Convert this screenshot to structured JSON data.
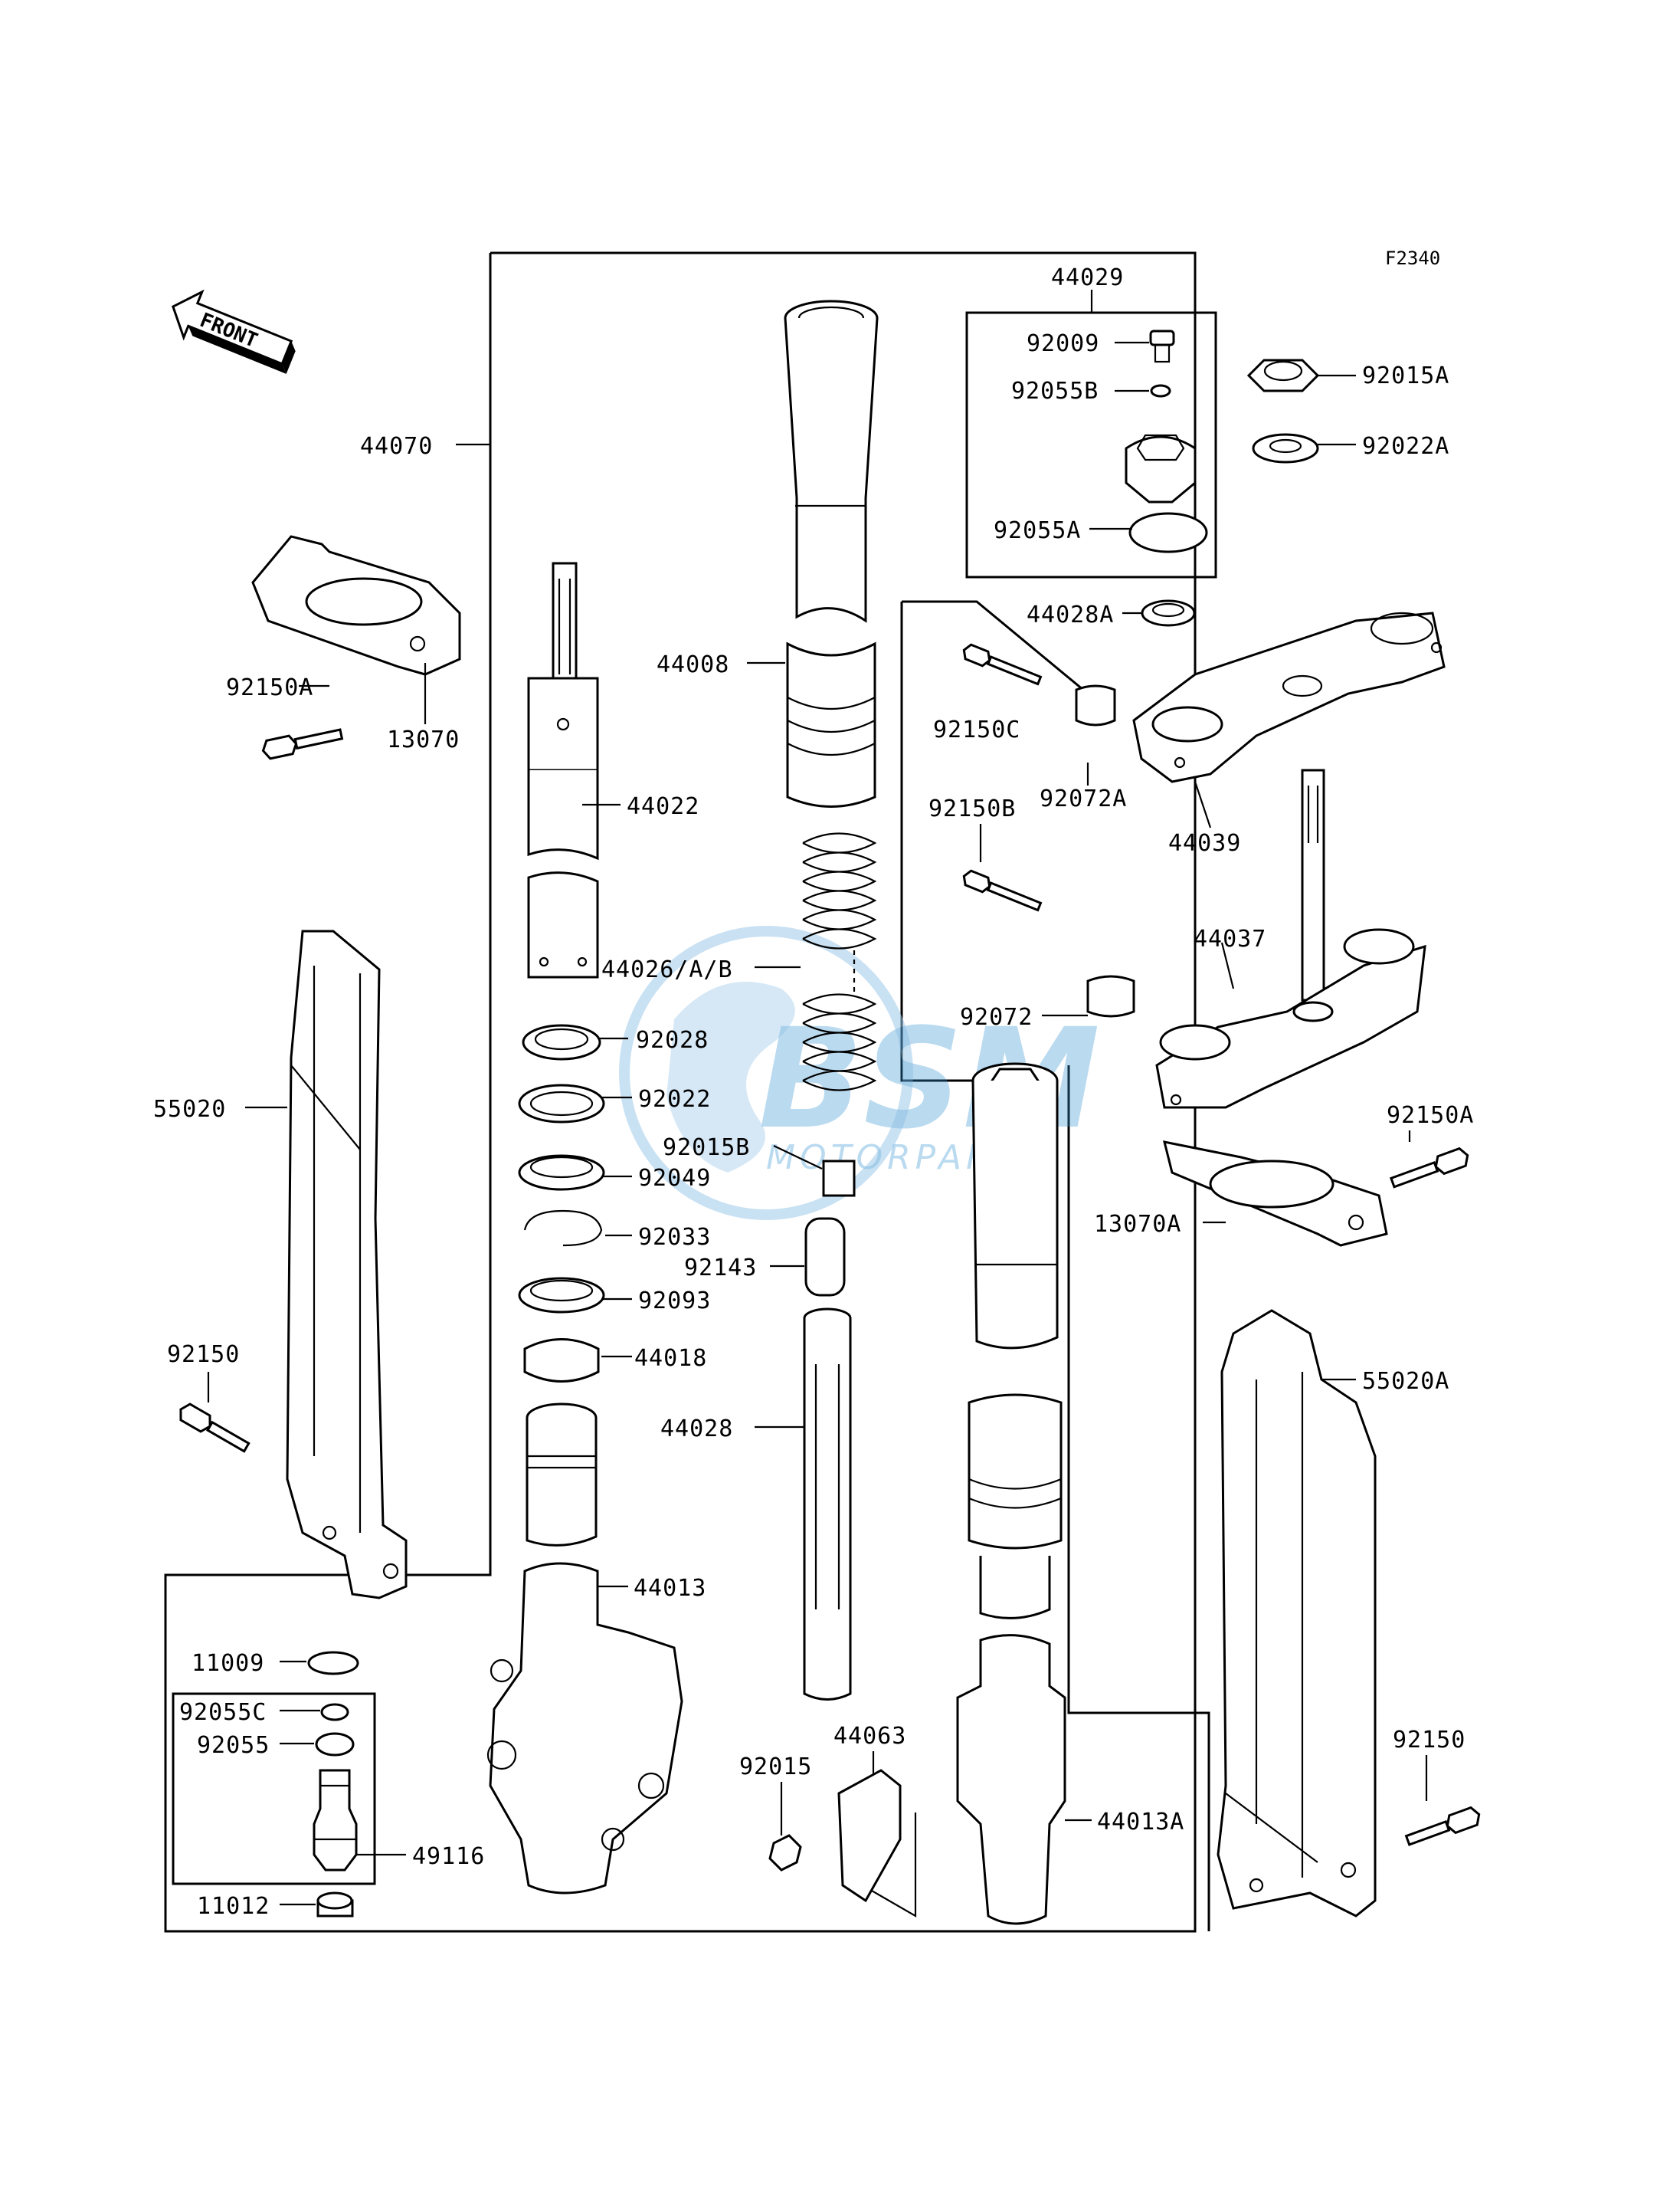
{
  "diagram": {
    "figure_code": "F2340",
    "front_label": "FRONT",
    "watermark": {
      "brand": "BSM",
      "sub": "MOTORPARTS",
      "color": "#2f8fd0"
    },
    "labels": {
      "p44029": "44029",
      "p92009": "92009",
      "p92055B": "92055B",
      "p92055A": "92055A",
      "p44028A": "44028A",
      "p92015A": "92015A",
      "p92022A": "92022A",
      "p44070": "44070",
      "p92150A_l": "92150A",
      "p13070": "13070",
      "p44008": "44008",
      "p44022": "44022",
      "p92150C": "92150C",
      "p92072A": "92072A",
      "p44039": "44039",
      "p92150B": "92150B",
      "p44037": "44037",
      "p44026": "44026/A/B",
      "p92028": "92028",
      "p92072": "92072",
      "p55020": "55020",
      "p92022": "92022",
      "p92015B": "92015B",
      "p92150A_r": "92150A",
      "p92049": "92049",
      "p13070A": "13070A",
      "p92033": "92033",
      "p92143": "92143",
      "p92093": "92093",
      "p44018": "44018",
      "p92150_l": "92150",
      "p44028": "44028",
      "p55020A": "55020A",
      "p44013": "44013",
      "p11009": "11009",
      "p92055C": "92055C",
      "p92055": "92055",
      "p44063": "44063",
      "p92015": "92015",
      "p92150_r": "92150",
      "p44013A": "44013A",
      "p49116": "49116",
      "p11012": "11012"
    }
  }
}
